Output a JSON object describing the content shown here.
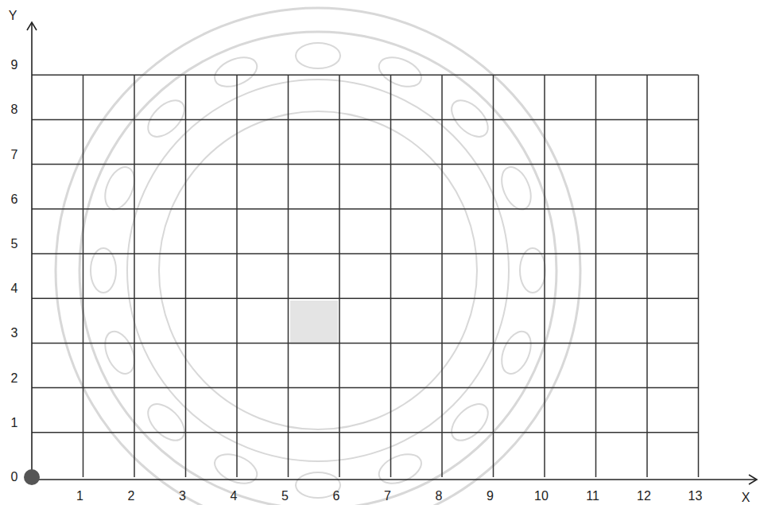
{
  "diagram": {
    "labels": [
      "Y",
      "9",
      "8",
      "7",
      "6",
      "5",
      "4",
      "3",
      "2",
      "1",
      "0",
      "1",
      "2",
      "3",
      "4",
      "5",
      "6",
      "7",
      "8",
      "9",
      "10",
      "11",
      "12",
      "13",
      "X"
    ]
  }
}
